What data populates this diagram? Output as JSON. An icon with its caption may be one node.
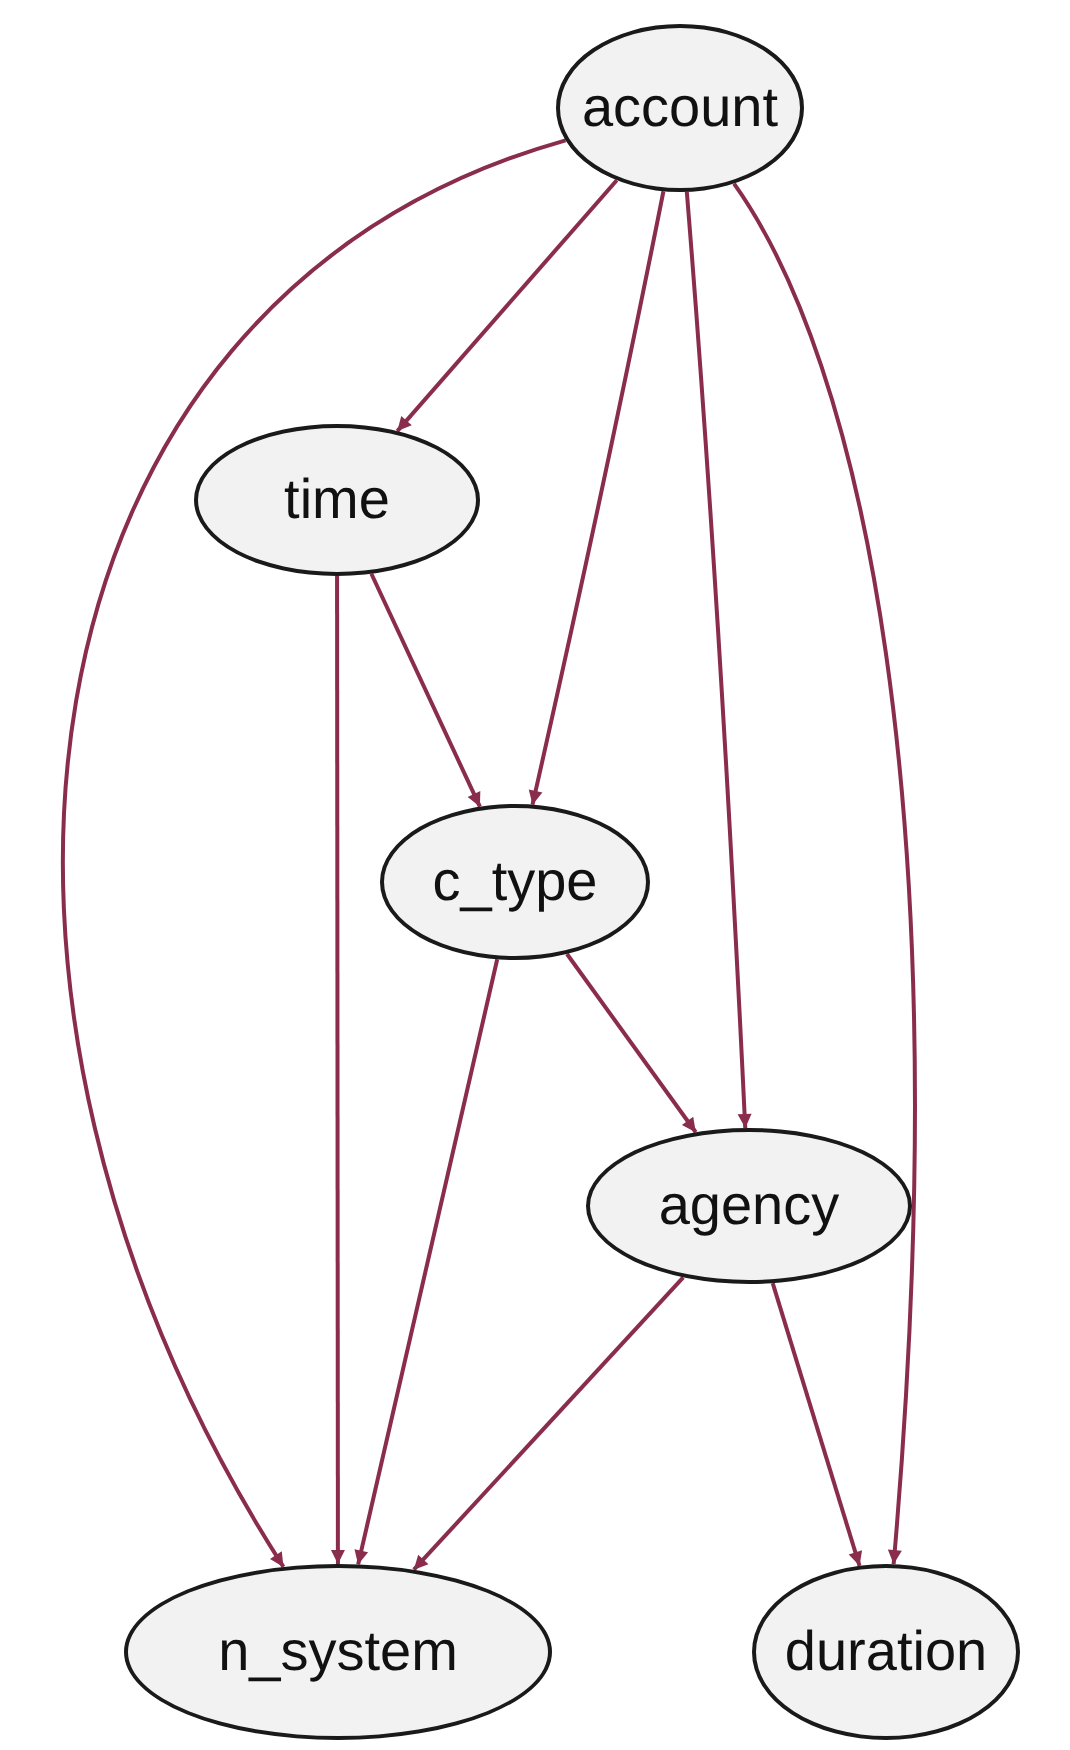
{
  "diagram": {
    "nodes": [
      {
        "text": [
          "account"
        ]
      },
      {
        "text": [
          "time"
        ]
      },
      {
        "text": [
          "c_type"
        ]
      },
      {
        "text": [
          "agency"
        ]
      },
      {
        "text": [
          "n_system"
        ]
      },
      {
        "text": [
          "duration"
        ]
      }
    ],
    "edges": [
      {
        "from": 0,
        "to": 4,
        "arrow": "to"
      },
      {
        "from": 0,
        "to": 1,
        "arrow": "to"
      },
      {
        "from": 0,
        "to": 2,
        "arrow": "to"
      },
      {
        "from": 0,
        "to": 3,
        "arrow": "to"
      },
      {
        "from": 0,
        "to": 5,
        "arrow": "to"
      },
      {
        "from": 1,
        "to": 2,
        "arrow": "to"
      },
      {
        "from": 1,
        "to": 4,
        "arrow": "to"
      },
      {
        "from": 2,
        "to": 3,
        "arrow": "to"
      },
      {
        "from": 2,
        "to": 4,
        "arrow": "to"
      },
      {
        "from": 3,
        "to": 4,
        "arrow": "to"
      },
      {
        "from": 3,
        "to": 5,
        "arrow": "to"
      }
    ]
  }
}
